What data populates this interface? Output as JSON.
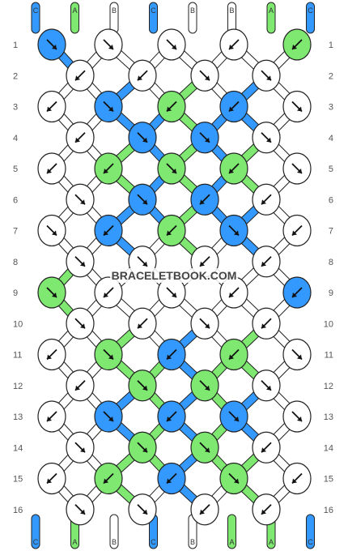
{
  "colors": {
    "A": "#7ee870",
    "B": "#ffffff",
    "C": "#3399ff",
    "outline": "#222222",
    "arrow": "#111111"
  },
  "strands_top": [
    "C",
    "A",
    "B",
    "C",
    "B",
    "B",
    "A",
    "C"
  ],
  "strands_bottom": [
    "C",
    "A",
    "B",
    "C",
    "B",
    "A",
    "A",
    "C"
  ],
  "watermark": "BRACELETBOOK.COM",
  "rows": [
    {
      "label": "1",
      "knots": [
        {
          "c": "C",
          "d": "se"
        },
        {
          "c": "B",
          "d": "se"
        },
        {
          "c": "B",
          "d": "se"
        },
        {
          "c": "B",
          "d": "sw"
        },
        {
          "c": "A",
          "d": "sw"
        }
      ]
    },
    {
      "label": "2",
      "knots": [
        {
          "c": "B",
          "d": "sw"
        },
        {
          "c": "B",
          "d": "sw"
        },
        {
          "c": "B",
          "d": "se"
        },
        {
          "c": "B",
          "d": "se"
        }
      ]
    },
    {
      "label": "3",
      "knots": [
        {
          "c": "B",
          "d": "sw"
        },
        {
          "c": "C",
          "d": "se"
        },
        {
          "c": "A",
          "d": "sw"
        },
        {
          "c": "C",
          "d": "sw"
        },
        {
          "c": "B",
          "d": "se"
        }
      ]
    },
    {
      "label": "4",
      "knots": [
        {
          "c": "B",
          "d": "sw"
        },
        {
          "c": "C",
          "d": "se"
        },
        {
          "c": "C",
          "d": "se"
        },
        {
          "c": "B",
          "d": "se"
        }
      ]
    },
    {
      "label": "5",
      "knots": [
        {
          "c": "B",
          "d": "sw"
        },
        {
          "c": "A",
          "d": "sw"
        },
        {
          "c": "A",
          "d": "se"
        },
        {
          "c": "A",
          "d": "sw"
        },
        {
          "c": "B",
          "d": "se"
        }
      ]
    },
    {
      "label": "6",
      "knots": [
        {
          "c": "B",
          "d": "se"
        },
        {
          "c": "C",
          "d": "se"
        },
        {
          "c": "C",
          "d": "sw"
        },
        {
          "c": "B",
          "d": "sw"
        }
      ]
    },
    {
      "label": "7",
      "knots": [
        {
          "c": "B",
          "d": "se"
        },
        {
          "c": "C",
          "d": "sw"
        },
        {
          "c": "A",
          "d": "sw"
        },
        {
          "c": "C",
          "d": "se"
        },
        {
          "c": "B",
          "d": "sw"
        }
      ]
    },
    {
      "label": "8",
      "knots": [
        {
          "c": "B",
          "d": "se"
        },
        {
          "c": "B",
          "d": "se"
        },
        {
          "c": "B",
          "d": "sw"
        },
        {
          "c": "B",
          "d": "sw"
        }
      ]
    },
    {
      "label": "9",
      "knots": [
        {
          "c": "A",
          "d": "se"
        },
        {
          "c": "B",
          "d": "sw"
        },
        {
          "c": "B",
          "d": "se"
        },
        {
          "c": "B",
          "d": "sw"
        },
        {
          "c": "C",
          "d": "sw"
        }
      ]
    },
    {
      "label": "10",
      "knots": [
        {
          "c": "B",
          "d": "se"
        },
        {
          "c": "B",
          "d": "sw"
        },
        {
          "c": "B",
          "d": "se"
        },
        {
          "c": "B",
          "d": "sw"
        }
      ]
    },
    {
      "label": "11",
      "knots": [
        {
          "c": "B",
          "d": "sw"
        },
        {
          "c": "A",
          "d": "se"
        },
        {
          "c": "C",
          "d": "sw"
        },
        {
          "c": "A",
          "d": "sw"
        },
        {
          "c": "B",
          "d": "se"
        }
      ]
    },
    {
      "label": "12",
      "knots": [
        {
          "c": "B",
          "d": "sw"
        },
        {
          "c": "A",
          "d": "se"
        },
        {
          "c": "A",
          "d": "se"
        },
        {
          "c": "B",
          "d": "se"
        }
      ]
    },
    {
      "label": "13",
      "knots": [
        {
          "c": "B",
          "d": "sw"
        },
        {
          "c": "C",
          "d": "se"
        },
        {
          "c": "C",
          "d": "sw"
        },
        {
          "c": "C",
          "d": "se"
        },
        {
          "c": "B",
          "d": "se"
        }
      ]
    },
    {
      "label": "14",
      "knots": [
        {
          "c": "B",
          "d": "se"
        },
        {
          "c": "A",
          "d": "se"
        },
        {
          "c": "A",
          "d": "se"
        },
        {
          "c": "B",
          "d": "sw"
        }
      ]
    },
    {
      "label": "15",
      "knots": [
        {
          "c": "B",
          "d": "sw"
        },
        {
          "c": "A",
          "d": "sw"
        },
        {
          "c": "C",
          "d": "sw"
        },
        {
          "c": "A",
          "d": "se"
        },
        {
          "c": "B",
          "d": "sw"
        }
      ]
    },
    {
      "label": "16",
      "knots": [
        {
          "c": "B",
          "d": "se"
        },
        {
          "c": "B",
          "d": "se"
        },
        {
          "c": "B",
          "d": "sw"
        },
        {
          "c": "B",
          "d": "sw"
        }
      ]
    }
  ]
}
